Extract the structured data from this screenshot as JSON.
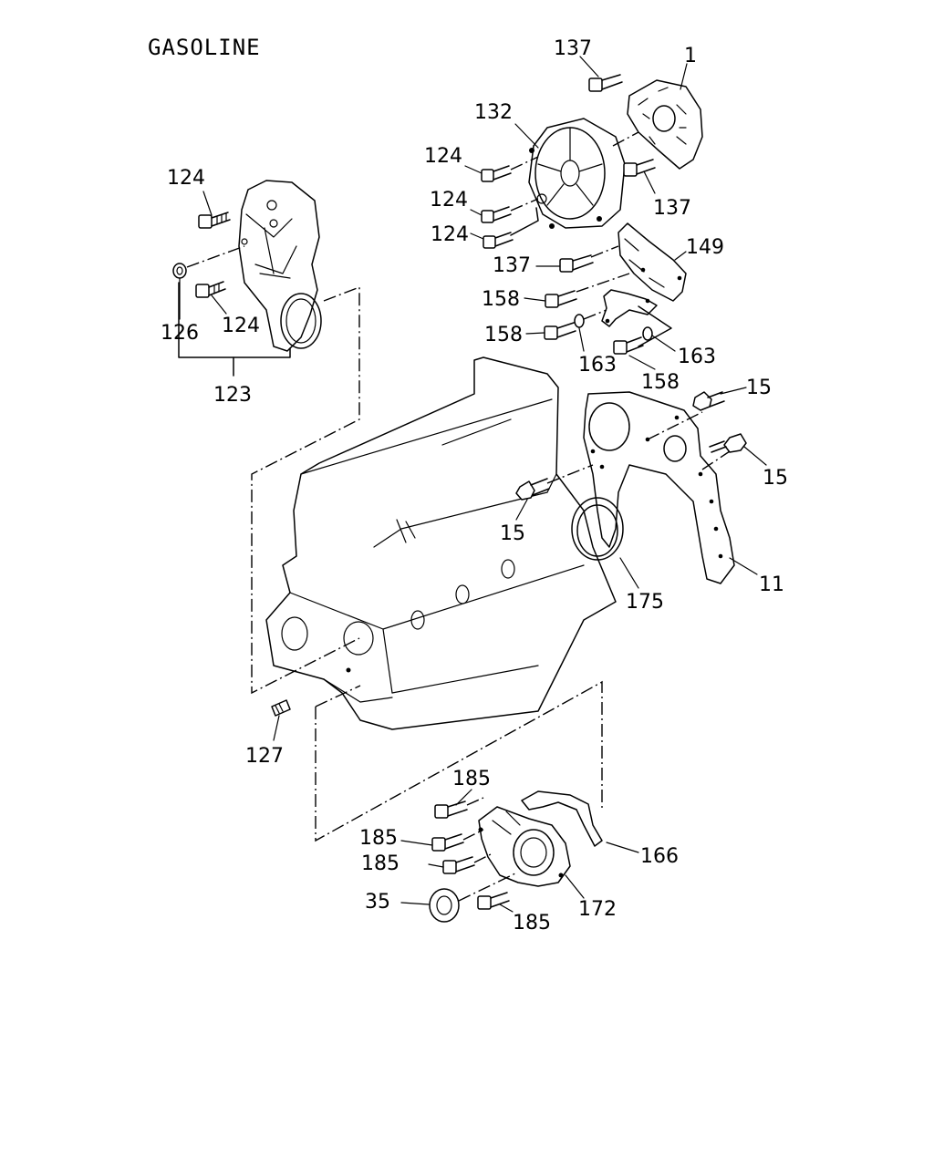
{
  "title": "GASOLINE",
  "labels": {
    "l137a": "137",
    "l1": "1",
    "l132": "132",
    "l124a": "124",
    "l137b": "137",
    "l124b": "124",
    "l124c": "124",
    "l137c": "137",
    "l149": "149",
    "l124d": "124",
    "l126": "126",
    "l124e": "124",
    "l123": "123",
    "l158a": "158",
    "l158b": "158",
    "l163a": "163",
    "l163b": "163",
    "l158c": "158",
    "l15a": "15",
    "l15b": "15",
    "l15c": "15",
    "l175": "175",
    "l11": "11",
    "l127": "127",
    "l185a": "185",
    "l185b": "185",
    "l185c": "185",
    "l166": "166",
    "l35": "35",
    "l185d": "185",
    "l172": "172"
  }
}
